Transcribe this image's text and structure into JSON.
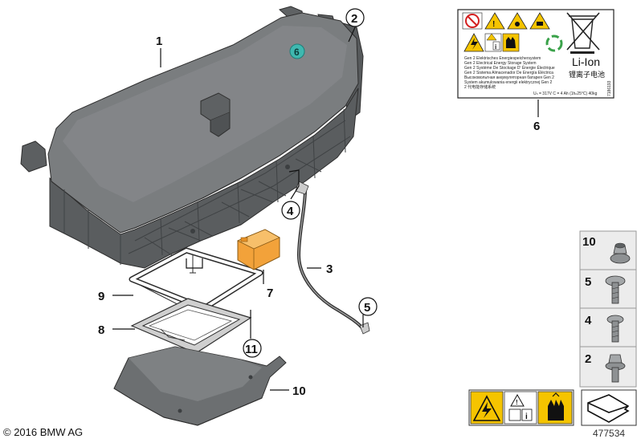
{
  "callouts": {
    "p1": "1",
    "p2": "2",
    "p3": "3",
    "p4": "4",
    "p5": "5",
    "p6": "6",
    "p6_badge": "6",
    "p7": "7",
    "p8": "8",
    "p9": "9",
    "p10": "10",
    "p11": "11"
  },
  "warning_label": {
    "battery_type": "Li-Ion",
    "battery_type_cn": "锂离子电池",
    "lines": [
      "Gen 2 Elektrisches Energiespeichersystem",
      "Gen 2 Electrical Energy Storage System",
      "Gen 2 Système De Stockage D' Énergie Électrique",
      "Gen 2 Sistema Almacenador De Energía Eléctrica",
      "Высоковольтная аккумуляторная батарея Gen 2",
      "System akumulowania energii elektrycznej Gen 2",
      "2 代电能存储系统"
    ],
    "specs": "Uₙ = 317V   C = 4 Ah (1hₙ25°C)   40kg",
    "side_code": "7186193"
  },
  "fastener_panel": {
    "items": [
      "10",
      "5",
      "4",
      "2"
    ]
  },
  "footer": {
    "copyright": "© 2016 BMW AG",
    "doc_number": "477534"
  },
  "colors": {
    "housing": "#6f7274",
    "housing_light": "#8a8d8f",
    "housing_dark": "#4f5254",
    "orange_part": "#f2a23a",
    "badge_teal": "#3fb8b0",
    "warning_yellow": "#f5c400",
    "recycle_green": "#3aa24a",
    "panel_bg": "#ececec"
  }
}
